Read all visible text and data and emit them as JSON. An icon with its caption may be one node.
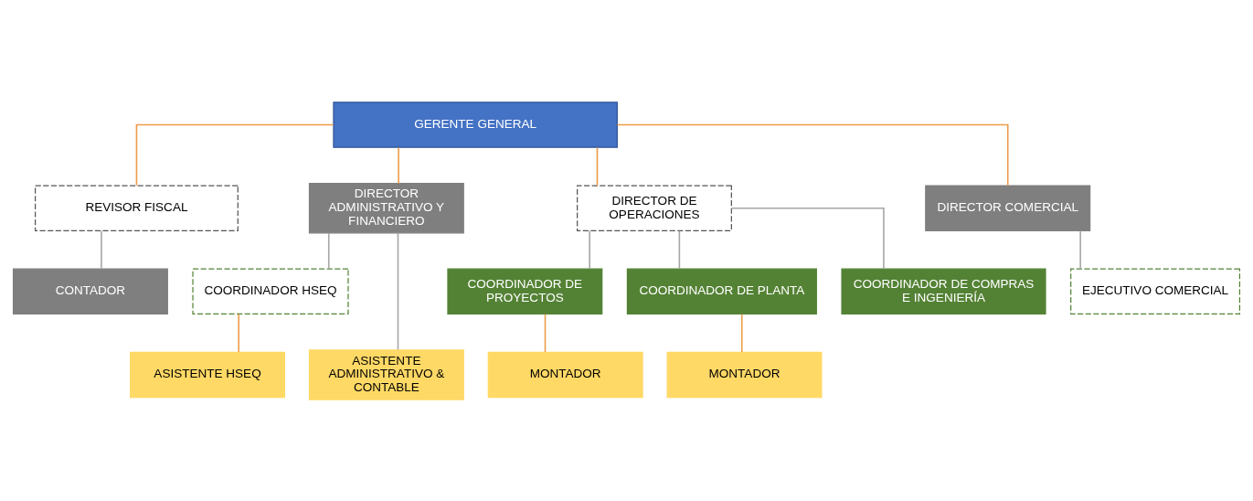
{
  "diagram": {
    "nodes": [
      {
        "text": [
          "GERENTE GENERAL"
        ]
      },
      {
        "text": [
          "REVISOR FISCAL"
        ]
      },
      {
        "text": [
          "CONTADOR"
        ]
      },
      {
        "text": [
          "DIRECTOR ADMINISTRATIVO Y FINANCIERO"
        ]
      },
      {
        "text": [
          "DIRECTOR DE OPERACIONES"
        ]
      },
      {
        "text": [
          "DIRECTOR COMERCIAL"
        ]
      },
      {
        "text": [
          "COORDINADOR HSEQ"
        ]
      },
      {
        "text": [
          "COORDINADOR DE PROYECTOS"
        ]
      },
      {
        "text": [
          "COORDINADOR DE PLANTA"
        ]
      },
      {
        "text": [
          "COORDINADOR DE COMPRAS E INGENIERÍA"
        ]
      },
      {
        "text": [
          "EJECUTIVO COMERCIAL"
        ]
      },
      {
        "text": [
          "ASISTENTE ADMINISTRATIVO & CONTABLE"
        ]
      },
      {
        "text": [
          "ASISTENTE HSEQ"
        ]
      },
      {
        "text": [
          "MONTADOR"
        ]
      },
      {
        "text": [
          "MONTADOR"
        ]
      }
    ],
    "edges": [
      {
        "from": 0,
        "to": 1,
        "arrow": "none"
      },
      {
        "from": 1,
        "to": 2,
        "arrow": "none",
        "color": "#a6a6a6"
      },
      {
        "from": 0,
        "to": 3,
        "arrow": "none"
      },
      {
        "from": 0,
        "to": 4,
        "arrow": "none"
      },
      {
        "from": 0,
        "to": 5,
        "arrow": "none"
      },
      {
        "from": 3,
        "to": 6,
        "arrow": "none",
        "color": "#a6a6a6"
      },
      {
        "from": 3,
        "to": 11,
        "arrow": "none",
        "color": "#a6a6a6"
      },
      {
        "from": 6,
        "to": 12,
        "arrow": "none"
      },
      {
        "from": 4,
        "to": 7,
        "arrow": "none",
        "color": "#a6a6a6"
      },
      {
        "from": 4,
        "to": 8,
        "arrow": "none",
        "color": "#a6a6a6"
      },
      {
        "from": 4,
        "to": 9,
        "arrow": "none",
        "color": "#a6a6a6"
      },
      {
        "from": 5,
        "to": 10,
        "arrow": "none",
        "color": "#a6a6a6"
      },
      {
        "from": 7,
        "to": 13,
        "arrow": "none"
      },
      {
        "from": 8,
        "to": 14,
        "arrow": "none"
      }
    ]
  }
}
